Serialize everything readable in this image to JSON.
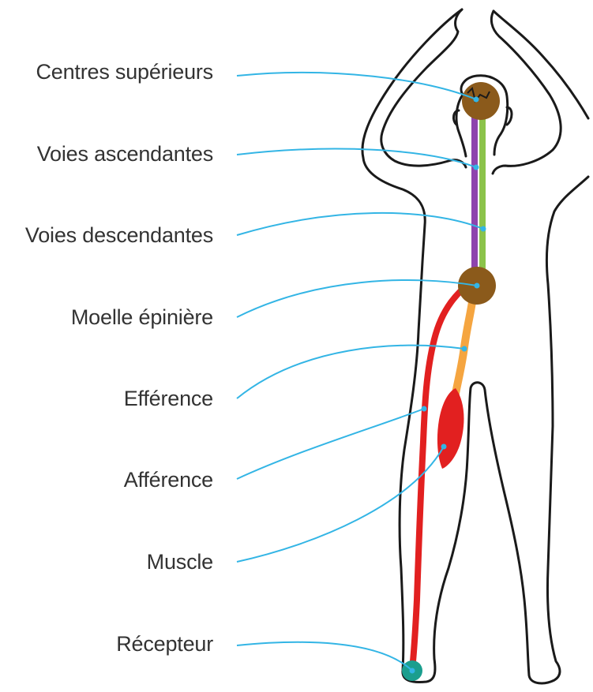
{
  "colors": {
    "outline": "#1a1a1a",
    "leader": "#33b5e5",
    "brain": "#8b5a1b",
    "ascending": "#8e44ad",
    "descending": "#8bc34a",
    "efference": "#f5a540",
    "afference": "#e22020",
    "muscle": "#e22020",
    "receptor": "#1a9e8e"
  },
  "labels": [
    {
      "id": "centres",
      "text": "Centres supérieurs"
    },
    {
      "id": "ascendantes",
      "text": "Voies ascendantes"
    },
    {
      "id": "descendantes",
      "text": "Voies descendantes"
    },
    {
      "id": "moelle",
      "text": "Moelle épinière"
    },
    {
      "id": "efference",
      "text": "Efférence"
    },
    {
      "id": "afference",
      "text": "Afférence"
    },
    {
      "id": "muscle",
      "text": "Muscle"
    },
    {
      "id": "recepteur",
      "text": "Récepteur"
    }
  ]
}
